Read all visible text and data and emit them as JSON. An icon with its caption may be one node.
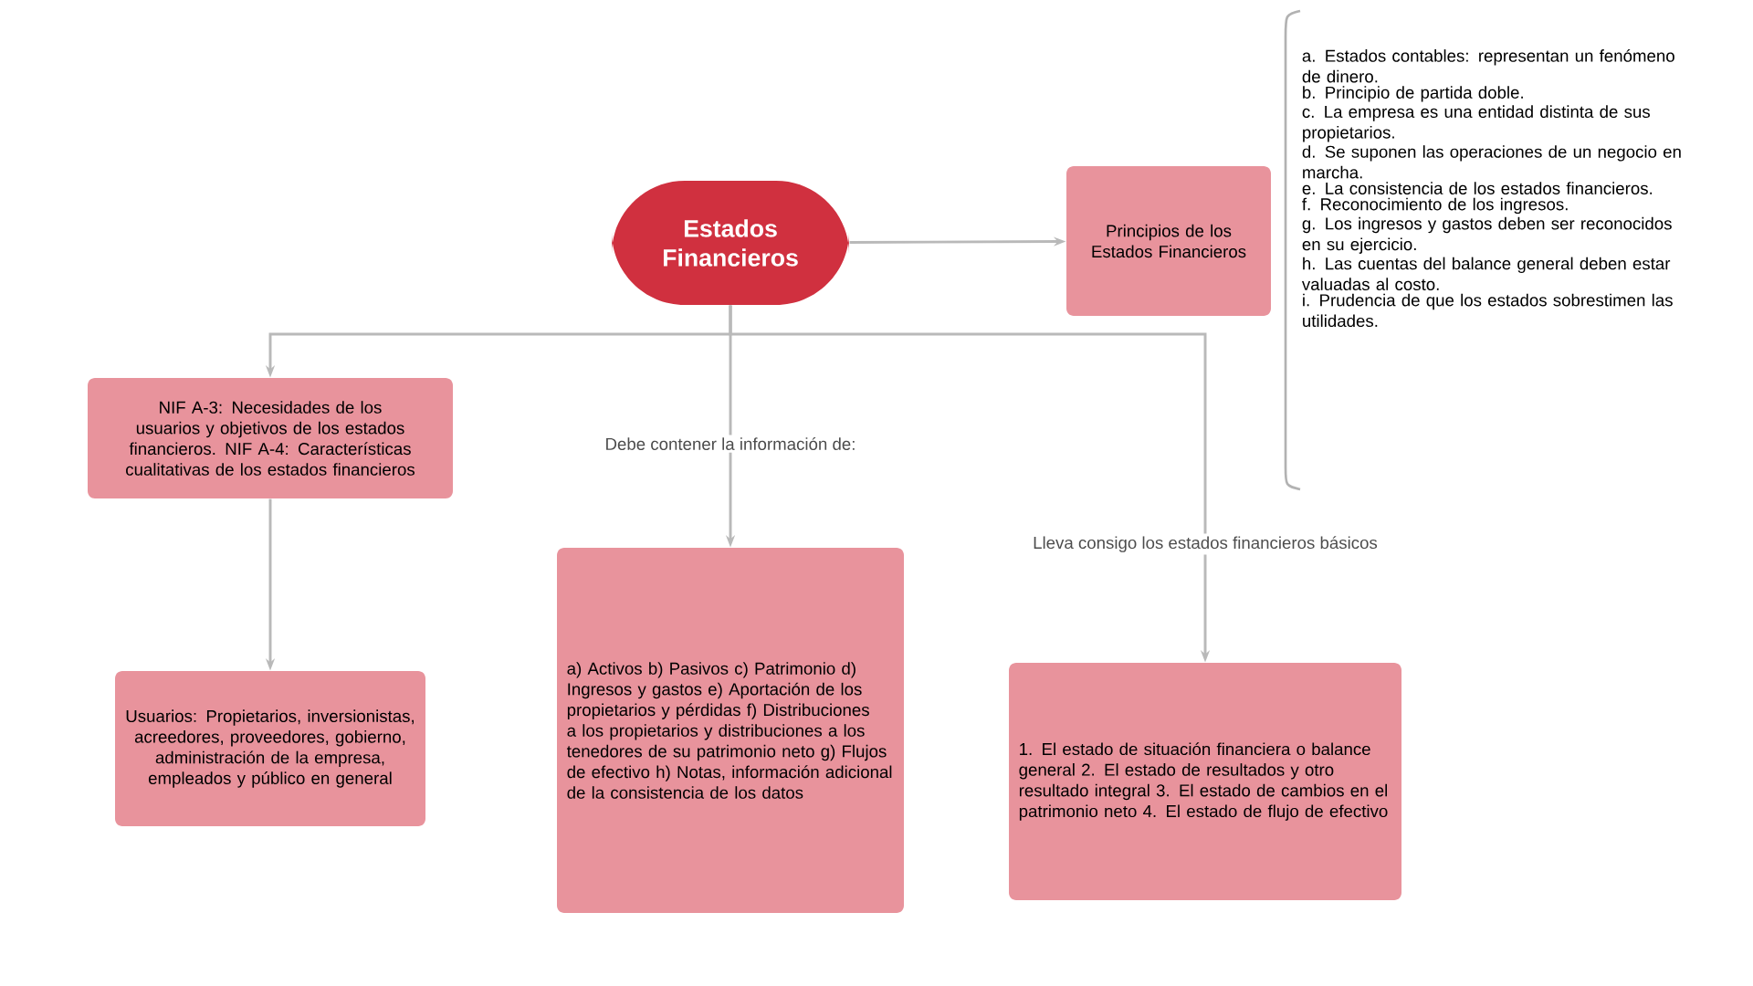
{
  "diagram": {
    "nodes": [
      {
        "text": [
          "Estados Financieros"
        ]
      },
      {
        "text": [
          "Principios de los Estados Financieros"
        ]
      },
      {
        "text": [
          "NIF A-3: Necesidades de los usuarios y objetivos de los estados financieros. NIF A-4: Características cualitativas de los estados financieros"
        ]
      },
      {
        "text": [
          "Usuarios: Propietarios, inversionistas, acreedores, proveedores, gobierno, administración de la empresa, empleados y público en general"
        ]
      },
      {
        "text": [
          "a) Activos b) Pasivos c) Patrimonio d) Ingresos y gastos e) Aportación de los propietarios y pérdidas f) Distribuciones a los propietarios y distribuciones a los tenedores de su patrimonio neto g) Flujos de efectivo h) Notas, información adicional de la consistencia de los datos"
        ]
      },
      {
        "text": [
          "1. El estado de situación financiera o balance general 2. El estado de resultados y otro resultado integral 3. El estado de cambios en el patrimonio neto 4. El estado de flujo de efectivo"
        ]
      }
    ],
    "edges": [
      {
        "from": 0,
        "to": 1,
        "arrow": "to"
      },
      {
        "from": 0,
        "to": 2,
        "arrow": "to"
      },
      {
        "from": 0,
        "to": 4,
        "arrow": "to",
        "label": "Debe contener la información de:"
      },
      {
        "from": 0,
        "to": 5,
        "arrow": "to",
        "label": "Lleva consigo los estados financieros básicos"
      },
      {
        "from": 2,
        "to": 3,
        "arrow": "to"
      }
    ],
    "labels": [
      "a. Estados contables: representan un fenómeno de dinero.",
      "b. Principio de partida doble.",
      "c. La empresa es una entidad distinta de sus propietarios.",
      "d. Se suponen las operaciones de un negocio en marcha.",
      "e. La consistencia de los estados financieros.",
      "f. Reconocimiento de los ingresos.",
      "g. Los ingresos y gastos deben ser reconocidos en su ejercicio.",
      "h. Las cuentas del balance general deben estar valuadas al costo.",
      "i. Prudencia de que los estados sobrestimen las utilidades."
    ]
  }
}
